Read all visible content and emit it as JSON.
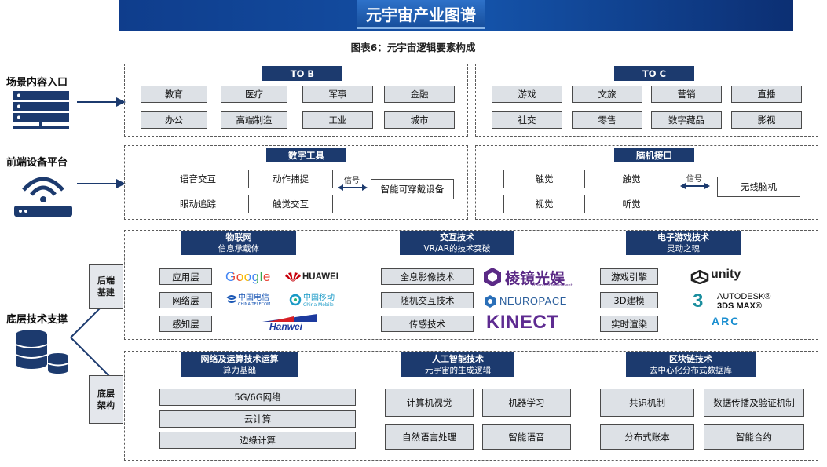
{
  "banner_title": "元宇宙产业图谱",
  "figure_caption": "图表6：元宇宙逻辑要素构成",
  "left_labels": {
    "scene": "场景内容入口",
    "frontend": "前端设备平台",
    "tech": "底层技术支撑"
  },
  "side_labels": {
    "backend": "后端\n基建",
    "bottom": "底层\n架构"
  },
  "tob": {
    "header": "TO B",
    "items": [
      "教育",
      "医疗",
      "军事",
      "金融",
      "办公",
      "高端制造",
      "工业",
      "城市"
    ]
  },
  "toc": {
    "header": "TO C",
    "items": [
      "游戏",
      "文旅",
      "营销",
      "直播",
      "社交",
      "零售",
      "数字藏品",
      "影视"
    ]
  },
  "digital_tools": {
    "header": "数字工具",
    "items": [
      "语音交互",
      "动作捕捉",
      "眼动追踪",
      "触觉交互"
    ],
    "signal": "信号",
    "device": "智能可穿戴设备"
  },
  "bci": {
    "header": "脑机接口",
    "items": [
      "触觉",
      "触觉",
      "视觉",
      "听觉"
    ],
    "signal": "信号",
    "device": "无线脑机"
  },
  "iot": {
    "title": "物联网",
    "subtitle": "信息承载体",
    "layers": [
      "应用层",
      "网络层",
      "感知层"
    ],
    "logos": {
      "google": "Google",
      "huawei": "HUAWEI",
      "telecom_cn": "中国电信",
      "telecom_en": "CHINA TELECOM",
      "mobile_cn": "中国移动",
      "mobile_en": "China Mobile",
      "hanwei": "Hanwei"
    }
  },
  "interaction": {
    "title": "交互技术",
    "subtitle": "VR/AR的技术突破",
    "items": [
      "全息影像技术",
      "随机交互技术",
      "传感技术"
    ],
    "logos": {
      "prism_cn": "棱镜光娱",
      "prism_en": "Prism Entertainment",
      "neuropace": "NEUROPACE",
      "kinect": "KINECT"
    }
  },
  "gaming": {
    "title": "电子游戏技术",
    "subtitle": "灵动之魂",
    "items": [
      "游戏引擎",
      "3D建模",
      "实时渲染"
    ],
    "logos": {
      "unity": "unity",
      "autodesk_line1": "AUTODESK®",
      "autodesk_line2": "3DS MAX®",
      "arc": "ARC"
    }
  },
  "network": {
    "title": "网络及运算技术运算",
    "subtitle": "算力基础",
    "items": [
      "5G/6G网络",
      "云计算",
      "边缘计算"
    ]
  },
  "ai": {
    "title": "人工智能技术",
    "subtitle": "元宇宙的生成逻辑",
    "items": [
      "计算机视觉",
      "机器学习",
      "自然语言处理",
      "智能语音"
    ]
  },
  "blockchain": {
    "title": "区块链技术",
    "subtitle": "去中心化分布式数据库",
    "items": [
      "共识机制",
      "数据传播及验证机制",
      "分布式账本",
      "智能合约"
    ]
  },
  "colors": {
    "header_navy": "#1c3a6e",
    "banner_blue": "#1452a8",
    "box_gray": "#dde1e6"
  }
}
